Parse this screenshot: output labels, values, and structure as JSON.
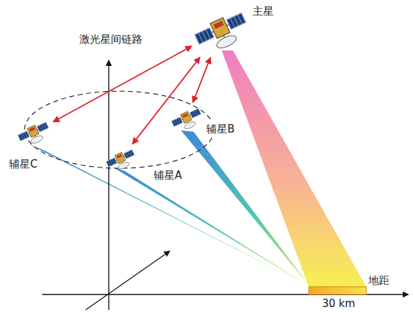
{
  "diagram": {
    "nodes": [
      {
        "text": [
          "主星"
        ]
      },
      {
        "text": [
          "辅星C"
        ]
      },
      {
        "text": [
          "辅星B"
        ]
      },
      {
        "text": [
          "辅星A"
        ]
      }
    ],
    "edges": [
      {
        "from": 0,
        "to": 1,
        "arrow": "both"
      },
      {
        "from": 0,
        "to": 3,
        "arrow": "both"
      },
      {
        "from": 0,
        "to": 2,
        "arrow": "both"
      }
    ],
    "labels": [
      "激光星间链路",
      "地距",
      "30 km"
    ]
  }
}
